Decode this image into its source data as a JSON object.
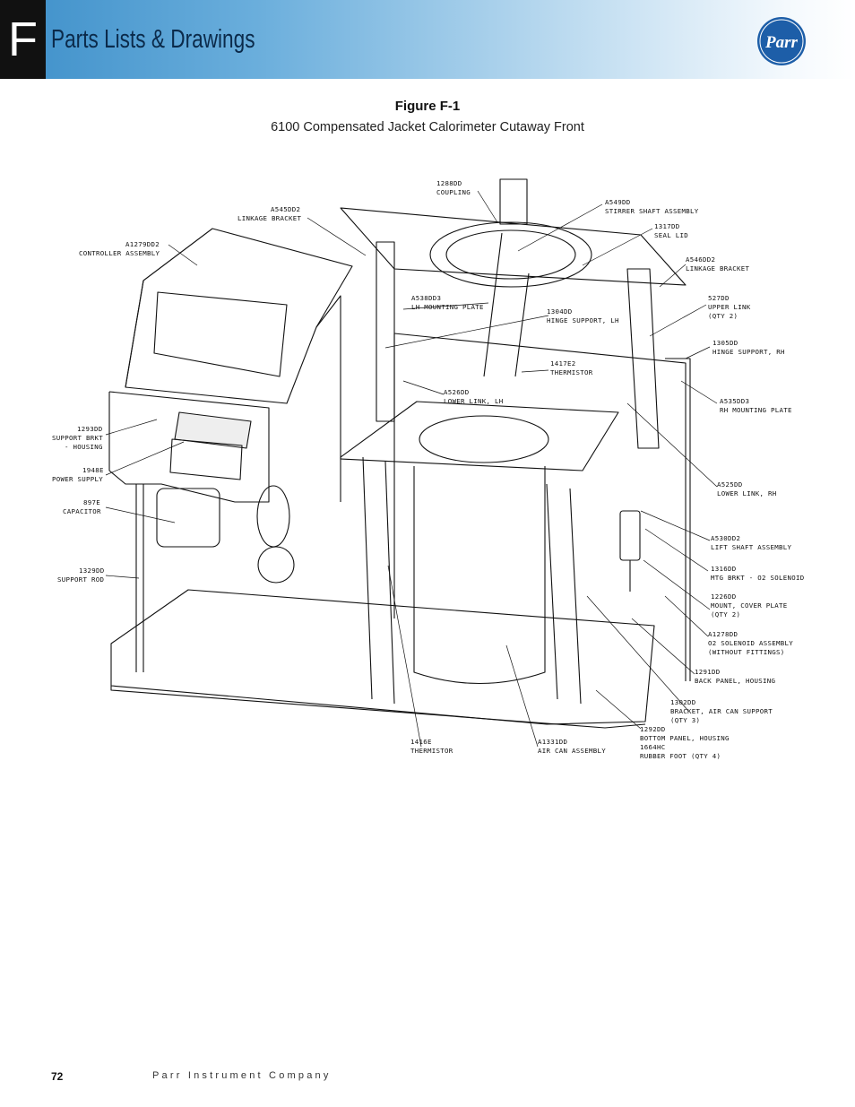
{
  "header": {
    "section_letter": "F",
    "title": "Parts Lists & Drawings",
    "logo_text": "Parr"
  },
  "figure": {
    "label": "Figure F-1",
    "caption": "6100 Compensated Jacket Calorimeter Cutaway Front"
  },
  "callouts": {
    "coupling": [
      "1288DD",
      "COUPLING"
    ],
    "linkage_bracket_left": [
      "A545DD2",
      "LINKAGE BRACKET"
    ],
    "stirrer_shaft": [
      "A549DD",
      "STIRRER SHAFT ASSEMBLY"
    ],
    "seal_lid": [
      "1317DD",
      "SEAL LID"
    ],
    "controller": [
      "A1279DD2",
      "CONTROLLER ASSEMBLY"
    ],
    "linkage_bracket_right": [
      "A546DD2",
      "LINKAGE BRACKET"
    ],
    "lh_mounting_plate": [
      "A538DD3",
      "LH MOUNTING PLATE"
    ],
    "upper_link": [
      "527DD",
      "UPPER LINK",
      "(QTY 2)"
    ],
    "hinge_support_lh": [
      "1304DD",
      "HINGE SUPPORT, LH"
    ],
    "hinge_support_rh": [
      "1305DD",
      "HINGE SUPPORT, RH"
    ],
    "thermistor_upper": [
      "1417E2",
      "THERMISTOR"
    ],
    "lower_link_lh": [
      "A526DD",
      "LOWER LINK, LH"
    ],
    "rh_mounting_plate": [
      "A535DD3",
      "RH MOUNTING PLATE"
    ],
    "support_bracket": [
      "1293DD",
      "SUPPORT BRKT",
      "- HOUSING"
    ],
    "power_supply": [
      "1948E",
      "POWER SUPPLY"
    ],
    "lower_link_rh": [
      "A525DD",
      "LOWER LINK, RH"
    ],
    "capacitor": [
      "897E",
      "CAPACITOR"
    ],
    "lift_shaft": [
      "A530DD2",
      "LIFT SHAFT ASSEMBLY"
    ],
    "support_rod": [
      "1329DD",
      "SUPPORT ROD"
    ],
    "mtg_brkt": [
      "1316DD",
      "MTG BRKT - O2 SOLENOID"
    ],
    "mount_cover": [
      "1226DD",
      "MOUNT, COVER PLATE",
      "(QTY 2)"
    ],
    "solenoid": [
      "A1278DD",
      "O2 SOLENOID ASSEMBLY",
      "(WITHOUT FITTINGS)"
    ],
    "back_panel": [
      "1291DD",
      "BACK PANEL, HOUSING"
    ],
    "air_can_bracket": [
      "1302DD",
      "BRACKET, AIR CAN SUPPORT",
      "(QTY 3)"
    ],
    "bottom_panel": [
      "1292DD",
      "BOTTOM PANEL, HOUSING",
      "1664HC",
      "RUBBER FOOT (QTY 4)"
    ],
    "thermistor_lower": [
      "1416E",
      "THERMISTOR"
    ],
    "air_can": [
      "A1331DD",
      "AIR CAN ASSEMBLY"
    ]
  },
  "footer": {
    "page_number": "72",
    "company": "Parr Instrument Company"
  }
}
